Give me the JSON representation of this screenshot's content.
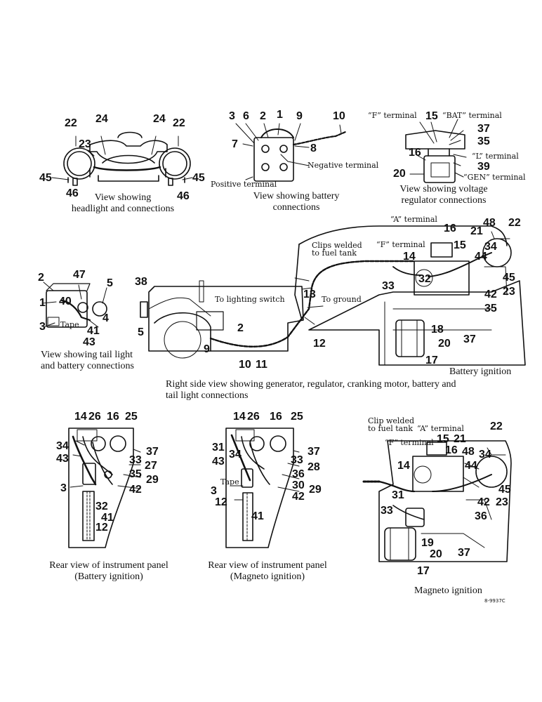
{
  "captions": {
    "headlight": "View showing\nheadlight and connections",
    "battery": "View showing battery\nconnections",
    "regulator": "View showing voltage\nregulator connections",
    "tail_light": "View showing tail light\nand battery connections",
    "right_side": "Right side view showing generator, regulator, cranking motor, battery and\ntail light connections",
    "battery_ignition": "Battery ignition",
    "rear_panel_battery": "Rear view of instrument panel\n(Battery ignition)",
    "rear_panel_magneto": "Rear view of instrument panel\n(Magneto ignition)",
    "magneto_ignition": "Magneto ignition"
  },
  "labels": {
    "negative_terminal": "Negative terminal",
    "positive_terminal": "Positive terminal",
    "f_terminal": "“F” terminal",
    "bat_terminal": "“BAT” terminal",
    "l_terminal": "“L” terminal",
    "gen_terminal": "“GEN” terminal",
    "a_terminal": "“A” terminal",
    "clips_welded": "Clips welded\nto fuel tank",
    "clip_welded": "Clip welded\nto fuel tank",
    "to_lighting_switch": "To lighting switch",
    "to_ground": "To ground",
    "tape": "Tape",
    "drawing_code": "8-9937C"
  },
  "callouts": {
    "headlight": [
      "22",
      "24",
      "24",
      "22",
      "23",
      "45",
      "46",
      "46",
      "45"
    ],
    "battery": [
      "3",
      "6",
      "2",
      "1",
      "9",
      "10",
      "7",
      "8"
    ],
    "regulator": [
      "15",
      "37",
      "35",
      "16",
      "39",
      "20"
    ],
    "tail": [
      "2",
      "47",
      "5",
      "1",
      "40",
      "3",
      "4",
      "41",
      "43"
    ],
    "right_side": [
      "38",
      "5",
      "13",
      "2",
      "9",
      "10",
      "11",
      "12"
    ],
    "battery_ignition": [
      "16",
      "48",
      "21",
      "22",
      "15",
      "34",
      "14",
      "44",
      "33",
      "32",
      "45",
      "42",
      "23",
      "35",
      "18",
      "20",
      "37",
      "17"
    ],
    "rear_battery": [
      "14",
      "26",
      "16",
      "25",
      "34",
      "37",
      "43",
      "33",
      "27",
      "35",
      "3",
      "29",
      "42",
      "32",
      "41",
      "12"
    ],
    "rear_magneto": [
      "14",
      "26",
      "16",
      "25",
      "31",
      "34",
      "37",
      "43",
      "33",
      "28",
      "36",
      "30",
      "3",
      "29",
      "12",
      "42",
      "41"
    ],
    "magneto": [
      "22",
      "15",
      "21",
      "16",
      "48",
      "34",
      "44",
      "14",
      "45",
      "31",
      "42",
      "23",
      "33",
      "36",
      "19",
      "20",
      "37",
      "17"
    ]
  }
}
